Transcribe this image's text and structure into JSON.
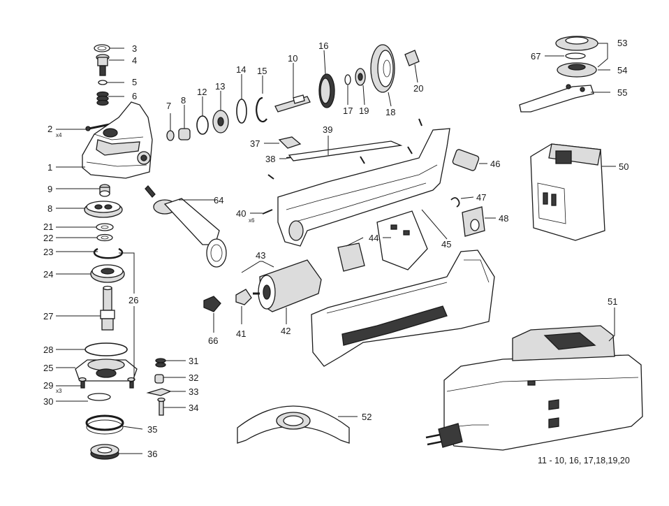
{
  "footer_note": "11 - 10, 16, 17,18,19,20",
  "parts": [
    {
      "num": "1"
    },
    {
      "num": "2",
      "qty": "x4"
    },
    {
      "num": "3"
    },
    {
      "num": "4"
    },
    {
      "num": "5"
    },
    {
      "num": "6"
    },
    {
      "num": "7"
    },
    {
      "num": "8"
    },
    {
      "num": "8"
    },
    {
      "num": "9"
    },
    {
      "num": "10"
    },
    {
      "num": "12"
    },
    {
      "num": "13"
    },
    {
      "num": "14"
    },
    {
      "num": "15"
    },
    {
      "num": "16"
    },
    {
      "num": "17"
    },
    {
      "num": "18"
    },
    {
      "num": "19"
    },
    {
      "num": "20"
    },
    {
      "num": "21"
    },
    {
      "num": "22"
    },
    {
      "num": "23"
    },
    {
      "num": "24"
    },
    {
      "num": "25"
    },
    {
      "num": "26"
    },
    {
      "num": "27"
    },
    {
      "num": "28"
    },
    {
      "num": "29",
      "qty": "x3"
    },
    {
      "num": "30"
    },
    {
      "num": "31"
    },
    {
      "num": "32"
    },
    {
      "num": "33"
    },
    {
      "num": "34"
    },
    {
      "num": "35"
    },
    {
      "num": "36"
    },
    {
      "num": "37"
    },
    {
      "num": "38"
    },
    {
      "num": "39"
    },
    {
      "num": "40",
      "qty": "x6"
    },
    {
      "num": "41"
    },
    {
      "num": "42"
    },
    {
      "num": "43"
    },
    {
      "num": "44"
    },
    {
      "num": "45"
    },
    {
      "num": "46"
    },
    {
      "num": "47"
    },
    {
      "num": "48"
    },
    {
      "num": "50"
    },
    {
      "num": "51"
    },
    {
      "num": "52"
    },
    {
      "num": "53"
    },
    {
      "num": "54"
    },
    {
      "num": "55"
    },
    {
      "num": "64"
    },
    {
      "num": "66"
    },
    {
      "num": "67"
    }
  ]
}
